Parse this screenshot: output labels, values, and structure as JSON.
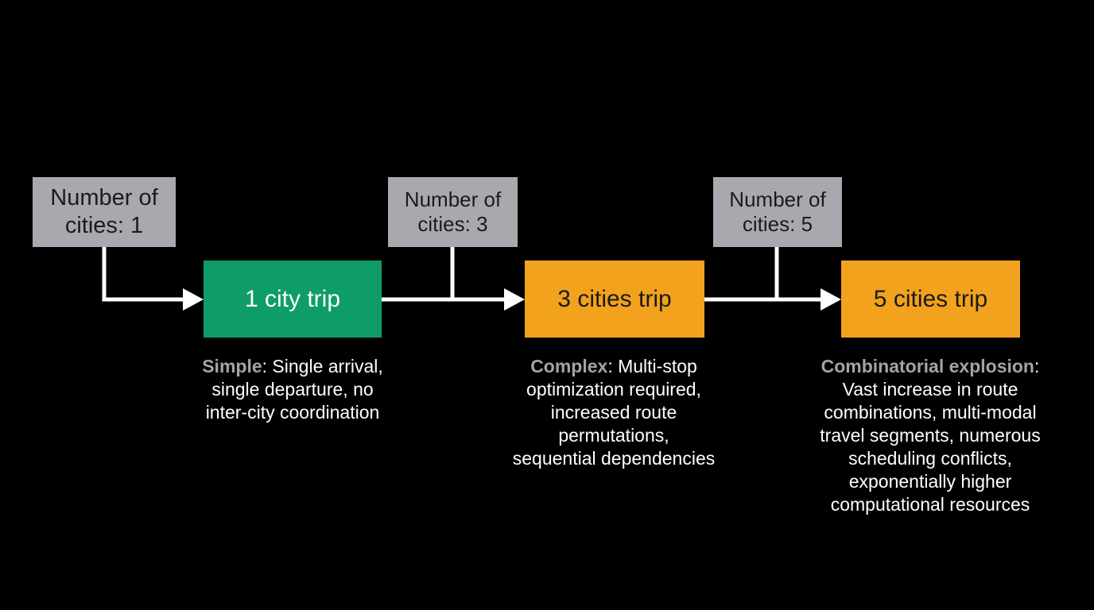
{
  "colors": {
    "background": "#000000",
    "input_box": "#a7a9ae",
    "simple_box": "#0f9d67",
    "complex_box": "#f2a21c",
    "keyword": "#a2a4a8",
    "connector": "#ffffff"
  },
  "stages": [
    {
      "input_label": [
        "Number of",
        "cities: 1"
      ],
      "trip_label": "1 city trip",
      "desc_keyword": "Simple",
      "desc_first_rest": ": Single arrival,",
      "desc_lines": [
        "single departure, no",
        "inter-city coordination"
      ]
    },
    {
      "input_label": [
        "Number of",
        "cities: 3"
      ],
      "trip_label": "3 cities trip",
      "desc_keyword": "Complex",
      "desc_first_rest": ": Multi-stop",
      "desc_lines": [
        "optimization required,",
        "increased route",
        "permutations,",
        "sequential dependencies"
      ]
    },
    {
      "input_label": [
        "Number of",
        "cities: 5"
      ],
      "trip_label": "5 cities trip",
      "desc_keyword": "Combinatorial explosion",
      "desc_first_rest": ":",
      "desc_lines": [
        "Vast increase in route",
        "combinations, multi-modal",
        "travel segments, numerous",
        "scheduling conflicts,",
        "exponentially higher",
        "computational resources"
      ]
    }
  ]
}
